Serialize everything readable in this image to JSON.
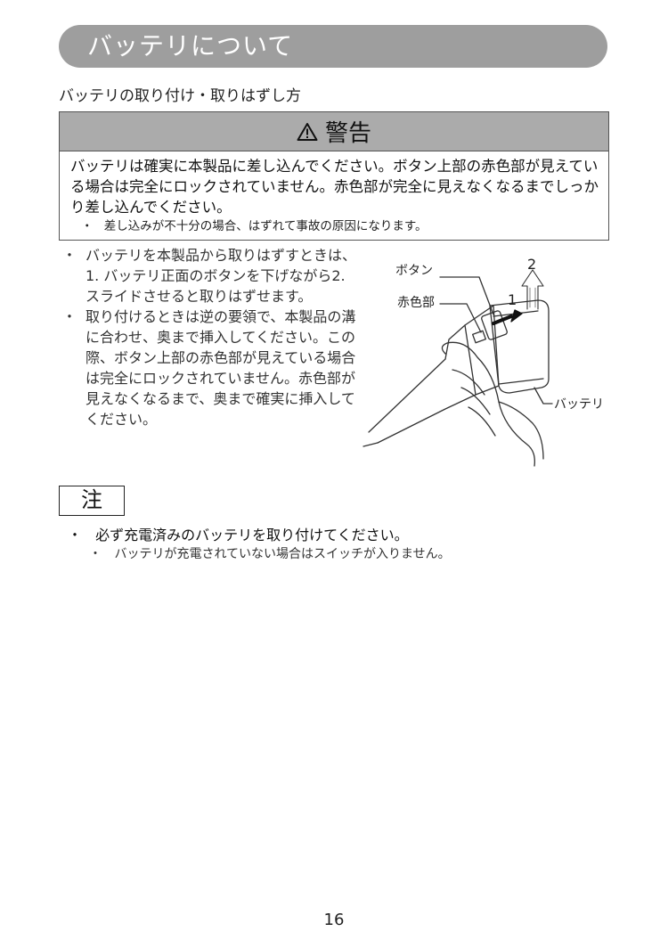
{
  "header": {
    "title": "バッテリについて"
  },
  "section": {
    "subheading": "バッテリの取り付け・取りはずし方"
  },
  "warning": {
    "title": "警告",
    "body": "バッテリは確実に本製品に差し込んでください。ボタン上部の赤色部が見えている場合は完全にロックされていません。赤色部が完全に見えなくなるまでしっかり差し込んでください。",
    "sub_marker": "・",
    "sub_note": "差し込みが不十分の場合、はずれて事故の原因になります。"
  },
  "instructions": [
    {
      "marker": "・",
      "text": "バッテリを本製品から取りはずすときは、1. バッテリ正面のボタンを下げながら2. スライドさせると取りはずせます。"
    },
    {
      "marker": "・",
      "text": "取り付けるときは逆の要領で、本製品の溝に合わせ、奥まで挿入してください。この際、ボタン上部の赤色部が見えている場合は完全にロックされていません。赤色部が見えなくなるまで、奥まで確実に挿入してください。"
    }
  ],
  "figure": {
    "label_button": "ボタン",
    "label_red": "赤色部",
    "label_battery": "バッテリ",
    "step1": "1",
    "step2": "2"
  },
  "note": {
    "title": "注",
    "items": [
      {
        "marker": "・",
        "text": "必ず充電済みのバッテリを取り付けてください。",
        "sub_marker": "・",
        "sub": "バッテリが充電されていない場合はスイッチが入りません。"
      }
    ]
  },
  "footer": {
    "page_number": "16"
  }
}
